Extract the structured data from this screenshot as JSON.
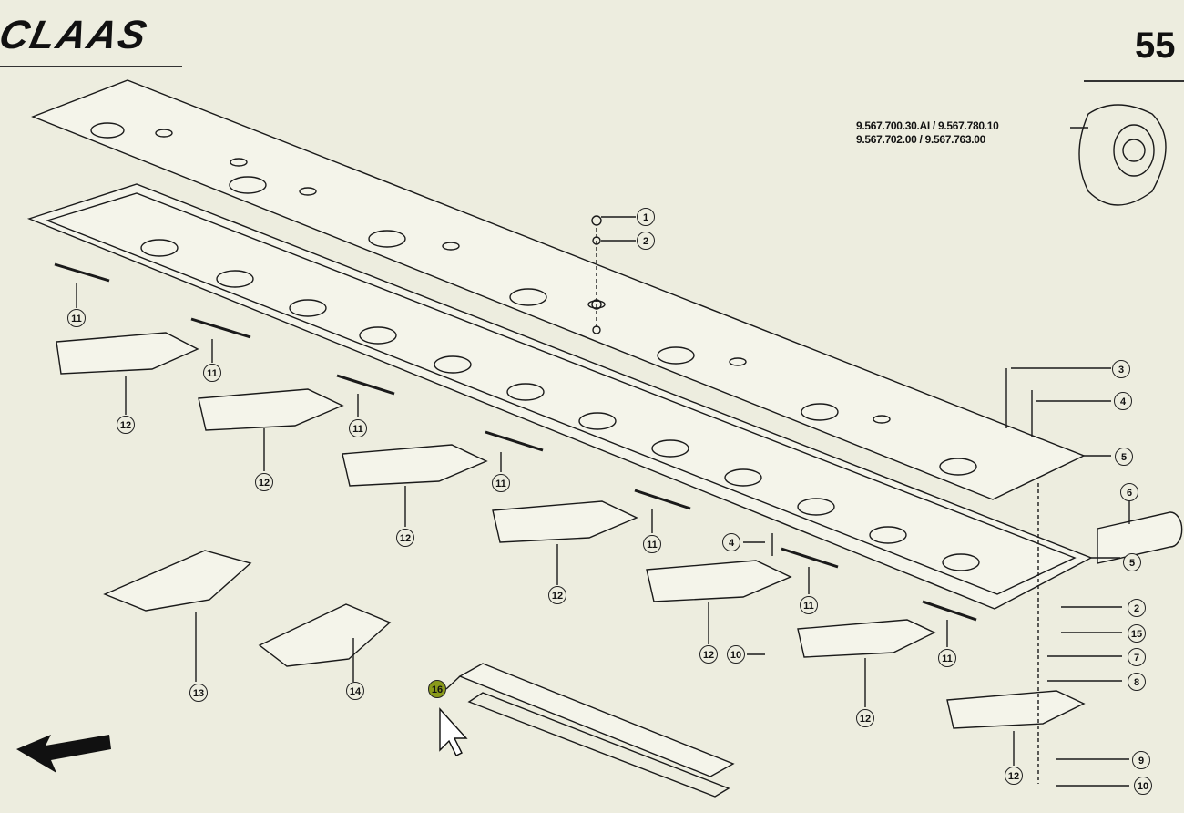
{
  "brand": {
    "logo_text": "CLAAS"
  },
  "page": {
    "number": "55"
  },
  "reference_codes": {
    "line1": "9.567.700.30.AI / 9.567.780.10",
    "line2": "9.567.702.00 / 9.567.763.00"
  },
  "callouts": [
    {
      "id": "c1",
      "label": "1"
    },
    {
      "id": "c2",
      "label": "2"
    },
    {
      "id": "c3",
      "label": "3"
    },
    {
      "id": "c4",
      "label": "4"
    },
    {
      "id": "c5",
      "label": "5"
    },
    {
      "id": "c6",
      "label": "6"
    },
    {
      "id": "c5b",
      "label": "5"
    },
    {
      "id": "c4b",
      "label": "4"
    },
    {
      "id": "c2b",
      "label": "2"
    },
    {
      "id": "c15",
      "label": "15"
    },
    {
      "id": "c7",
      "label": "7"
    },
    {
      "id": "c8",
      "label": "8"
    },
    {
      "id": "c9",
      "label": "9"
    },
    {
      "id": "c10b",
      "label": "10"
    },
    {
      "id": "c10",
      "label": "10"
    },
    {
      "id": "c11a",
      "label": "11"
    },
    {
      "id": "c11b",
      "label": "11"
    },
    {
      "id": "c11c",
      "label": "11"
    },
    {
      "id": "c11d",
      "label": "11"
    },
    {
      "id": "c11e",
      "label": "11"
    },
    {
      "id": "c11f",
      "label": "11"
    },
    {
      "id": "c11g",
      "label": "11"
    },
    {
      "id": "c12a",
      "label": "12"
    },
    {
      "id": "c12b",
      "label": "12"
    },
    {
      "id": "c12c",
      "label": "12"
    },
    {
      "id": "c12d",
      "label": "12"
    },
    {
      "id": "c12e",
      "label": "12"
    },
    {
      "id": "c12f",
      "label": "12"
    },
    {
      "id": "c12g",
      "label": "12"
    },
    {
      "id": "c13",
      "label": "13"
    },
    {
      "id": "c14",
      "label": "14"
    },
    {
      "id": "c16",
      "label": "16"
    }
  ],
  "colors": {
    "background": "#ededdf",
    "ink": "#1a1a1a",
    "selected": "#8a9a1a"
  },
  "icons": {
    "nav": "arrow-back-icon",
    "pointer": "mouse-pointer-icon"
  }
}
